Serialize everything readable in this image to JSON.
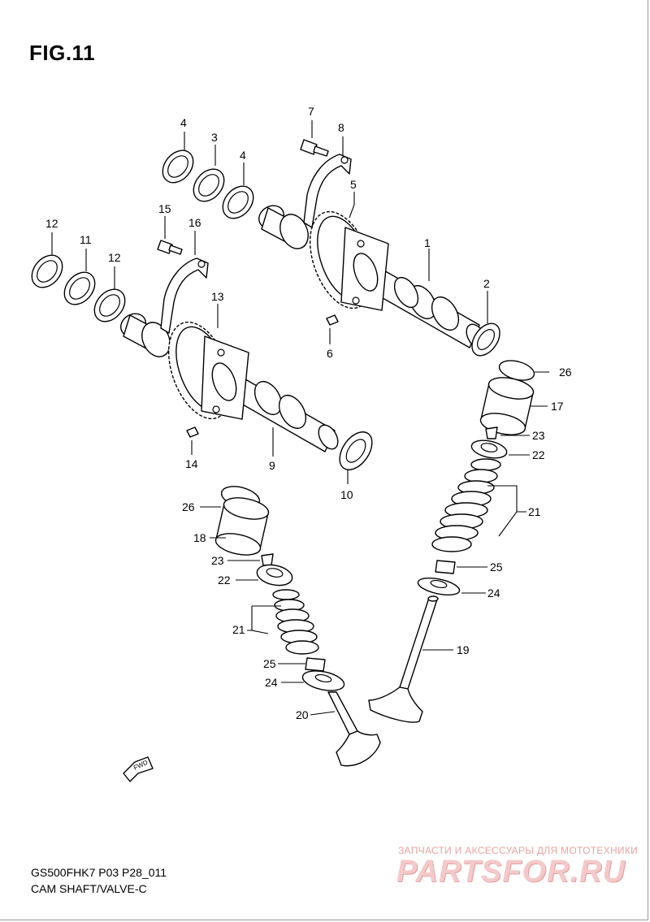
{
  "figure": {
    "title": "FIG.11"
  },
  "callouts": [
    "1",
    "2",
    "3",
    "4",
    "4",
    "5",
    "6",
    "7",
    "8",
    "9",
    "10",
    "11",
    "12",
    "12",
    "13",
    "14",
    "15",
    "16",
    "17",
    "18",
    "19",
    "20",
    "21",
    "21",
    "22",
    "22",
    "23",
    "23",
    "24",
    "24",
    "25",
    "25",
    "26",
    "26"
  ],
  "fwd_marker": "FWD",
  "footer": {
    "model_code": "GS500FHK7 P03 P28_011",
    "section_name": "CAM SHAFT/VALVE-C"
  },
  "watermark": {
    "tagline": "ЗАПЧАСТИ И АКСЕССУАРЫ ДЛЯ МОТОТЕХНИКИ",
    "brand": "PARTSFOR.RU"
  },
  "colors": {
    "ink": "#000000",
    "paper": "#ffffff",
    "watermark": "#e9a2a2"
  }
}
